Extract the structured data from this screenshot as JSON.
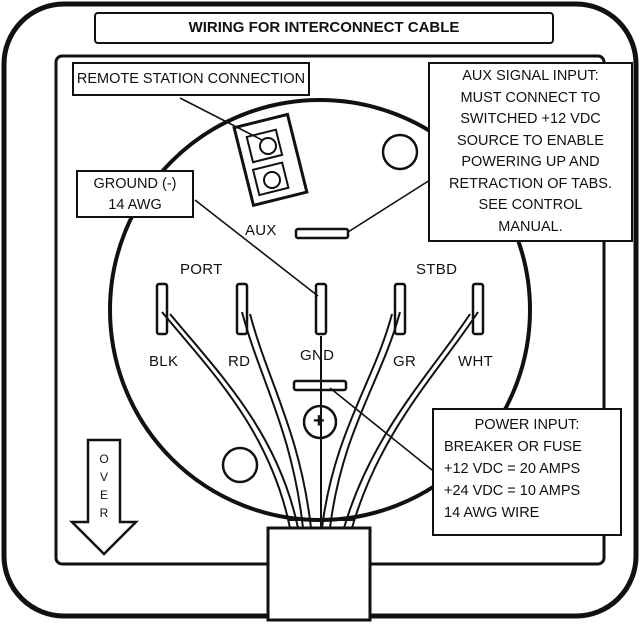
{
  "title": "WIRING FOR INTERCONNECT CABLE",
  "callouts": {
    "remote_station": "REMOTE STATION CONNECTION",
    "ground": [
      "GROUND (-)",
      "14 AWG"
    ],
    "aux_signal": [
      "AUX SIGNAL INPUT:",
      "MUST CONNECT TO",
      "SWITCHED +12 VDC",
      "SOURCE TO ENABLE",
      "POWERING UP AND",
      "RETRACTION OF TABS.",
      "SEE CONTROL",
      "MANUAL."
    ],
    "power_input": [
      "POWER INPUT:",
      "BREAKER OR FUSE",
      "+12 VDC = 20 AMPS",
      "+24 VDC = 10 AMPS",
      "14 AWG WIRE"
    ]
  },
  "terminals": {
    "aux": "AUX",
    "port": "PORT",
    "stbd": "STBD",
    "blk": "BLK",
    "rd": "RD",
    "gnd": "GND",
    "gr": "GR",
    "wht": "WHT",
    "plus": "+"
  },
  "arrow": {
    "letters": [
      "O",
      "V",
      "E",
      "R"
    ]
  }
}
